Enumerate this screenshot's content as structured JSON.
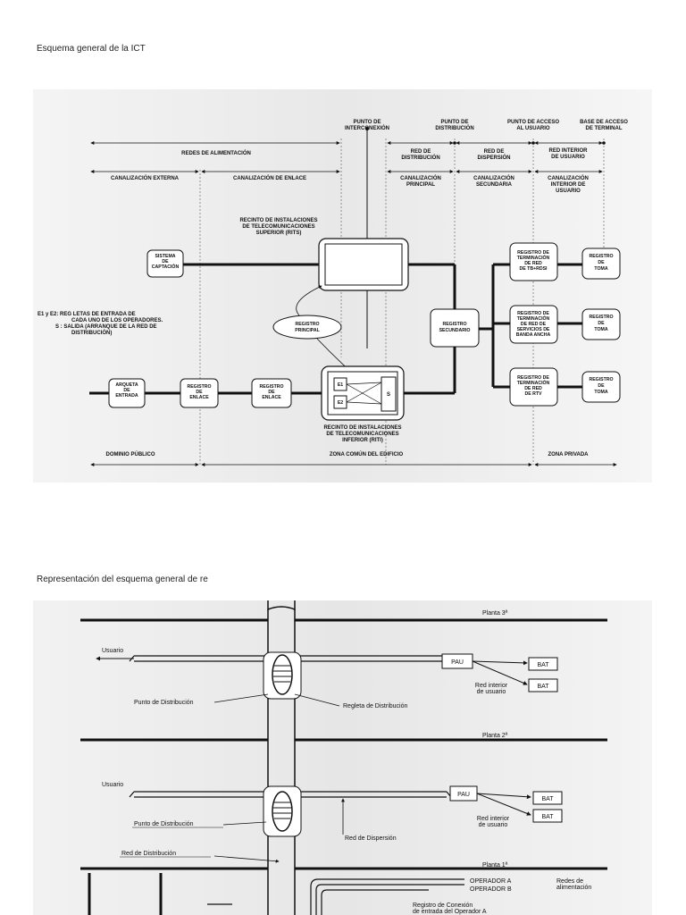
{
  "captions": {
    "ict": "Esquema general de la ICT",
    "rep": "Representación del esquema general de re"
  },
  "ict": {
    "punto_interconexion": [
      "PUNTO DE",
      "INTERCONEXIÓN"
    ],
    "punto_distribucion": [
      "PUNTO DE",
      "DISTRIBUCIÓN"
    ],
    "punto_acceso": [
      "PUNTO DE ACCESO",
      "AL USUARIO"
    ],
    "base_acceso": [
      "BASE DE ACCESO",
      "DE TERMINAL"
    ],
    "redes_alimentacion": "REDES DE ALIMENTACIÓN",
    "red_distribucion": [
      "RED DE",
      "DISTRIBUCIÓN"
    ],
    "red_dispersion": [
      "RED DE",
      "DISPERSIÓN"
    ],
    "red_interior": [
      "RED INTERIOR",
      "DE USUARIO"
    ],
    "canalizacion_externa": "CANALIZACIÓN EXTERNA",
    "canalizacion_enlace": "CANALIZACIÓN DE ENLACE",
    "canalizacion_principal": [
      "CANALIZACIÓN",
      "PRINCIPAL"
    ],
    "canalizacion_secundaria": [
      "CANALIZACIÓN",
      "SECUNDARIA"
    ],
    "canalizacion_interior": [
      "CANALIZACIÓN",
      "INTERIOR DE",
      "USUARIO"
    ],
    "rits": [
      "RECINTO DE INSTALACIONES",
      "DE TELECOMUNICACIONES",
      "SUPERIOR (RITS)"
    ],
    "sistema_captacion": [
      "SISTEMA",
      "DE",
      "CAPTACIÓN"
    ],
    "nota": [
      "E1 y E2: REG LETAS DE ENTRADA DE",
      "CADA UNO DE LOS OPERADORES.",
      "S : SALIDA (ARRANQUE DE LA RED DE",
      "DISTRIBUCIÓN)"
    ],
    "registro_principal": [
      "REGISTRO",
      "PRINCIPAL"
    ],
    "registro_secundario": [
      "REGISTRO",
      "SECUNDARIO"
    ],
    "arqueta": [
      "ARQUETA",
      "DE",
      "ENTRADA"
    ],
    "registro_enlace": [
      "REGISTRO",
      "DE",
      "ENLACE"
    ],
    "e1": "E1",
    "e2": "E2",
    "s": "S",
    "riti": [
      "RECINTO DE INSTALACIONES",
      "DE TELECOMUNICACIONES",
      "INFERIOR (RITI)"
    ],
    "term_tb": [
      "REGISTRO DE",
      "TERMINACIÓN",
      "DE RED",
      "DE TB+RDSI"
    ],
    "term_banda": [
      "REGISTRO DE",
      "TERMINACIÓN",
      "DE RED DE",
      "SERVICIOS DE",
      "BANDA ANCHA"
    ],
    "term_rtv": [
      "REGISTRO DE",
      "TERMINACIÓN",
      "DE RED",
      "DE RTV"
    ],
    "registro_toma": [
      "REGISTRO",
      "DE",
      "TOMA"
    ],
    "dominio_publico": "DOMINIO PÚBLICO",
    "zona_comun": "ZONA COMÚN DEL EDIFICIO",
    "zona_privada": "ZONA PRIVADA"
  },
  "rep": {
    "planta3": "Planta 3ª",
    "planta2": "Planta 2ª",
    "planta1": "Planta 1ª",
    "usuario": "Usuario",
    "pau": "PAU",
    "bat": "BAT",
    "red_interior": [
      "Red interior",
      "de usuario"
    ],
    "punto_distribucion": "Punto de Distribución",
    "regleta_distribucion": "Regleta de Distribución",
    "red_dispersion": "Red de Dispersión",
    "red_distribucion": "Red de Distribución",
    "operador_a": "OPERADOR A",
    "operador_b": "OPERADOR B",
    "redes_alimentacion": [
      "Redes de",
      "alimentación"
    ],
    "registro_conexion": [
      "Registro de Conexión",
      "de entrada del Operador A"
    ]
  }
}
